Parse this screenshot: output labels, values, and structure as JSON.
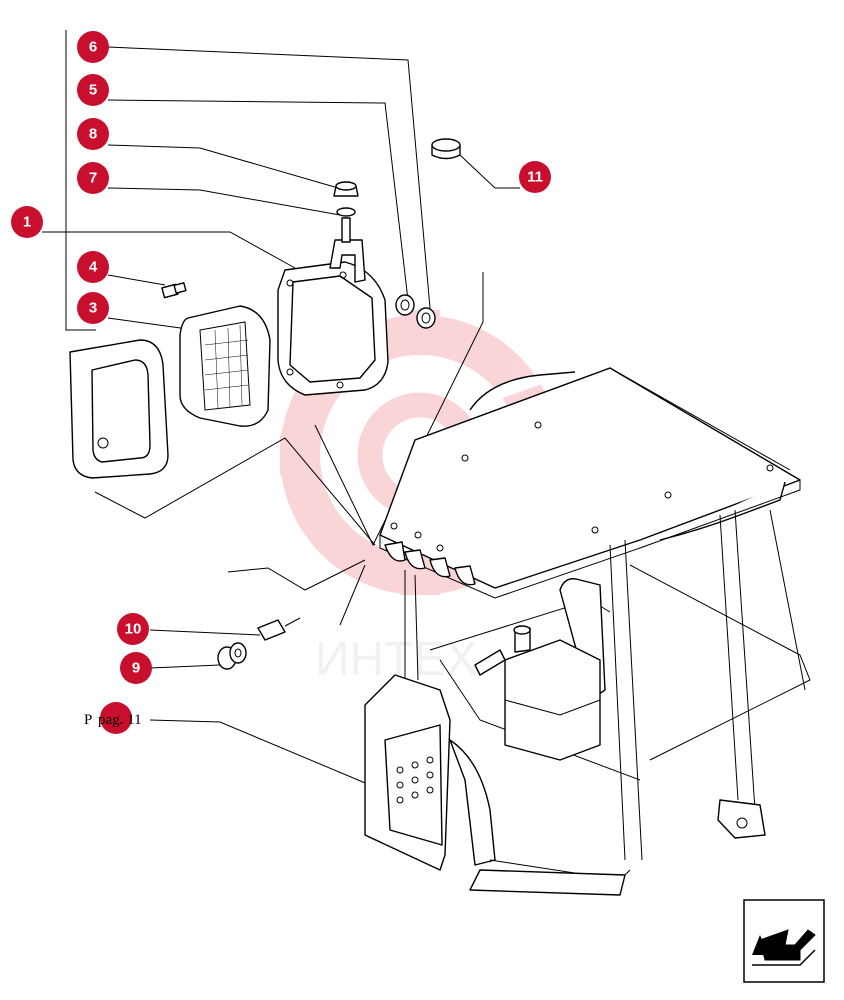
{
  "callouts": [
    {
      "label": "6"
    },
    {
      "label": "5"
    },
    {
      "label": "8"
    },
    {
      "label": "7"
    },
    {
      "label": "1"
    },
    {
      "label": "4"
    },
    {
      "label": "3"
    },
    {
      "label": "11"
    },
    {
      "label": "10"
    },
    {
      "label": "9"
    }
  ],
  "page_reference": {
    "prefix": "P",
    "text": "pag. 11"
  },
  "watermark": {
    "text": "ИНТЕХ"
  },
  "colors": {
    "callout": "#c8102e",
    "watermark": "#f2b8bb"
  },
  "icons": {
    "nav_arrow": "arrow-back-icon"
  }
}
